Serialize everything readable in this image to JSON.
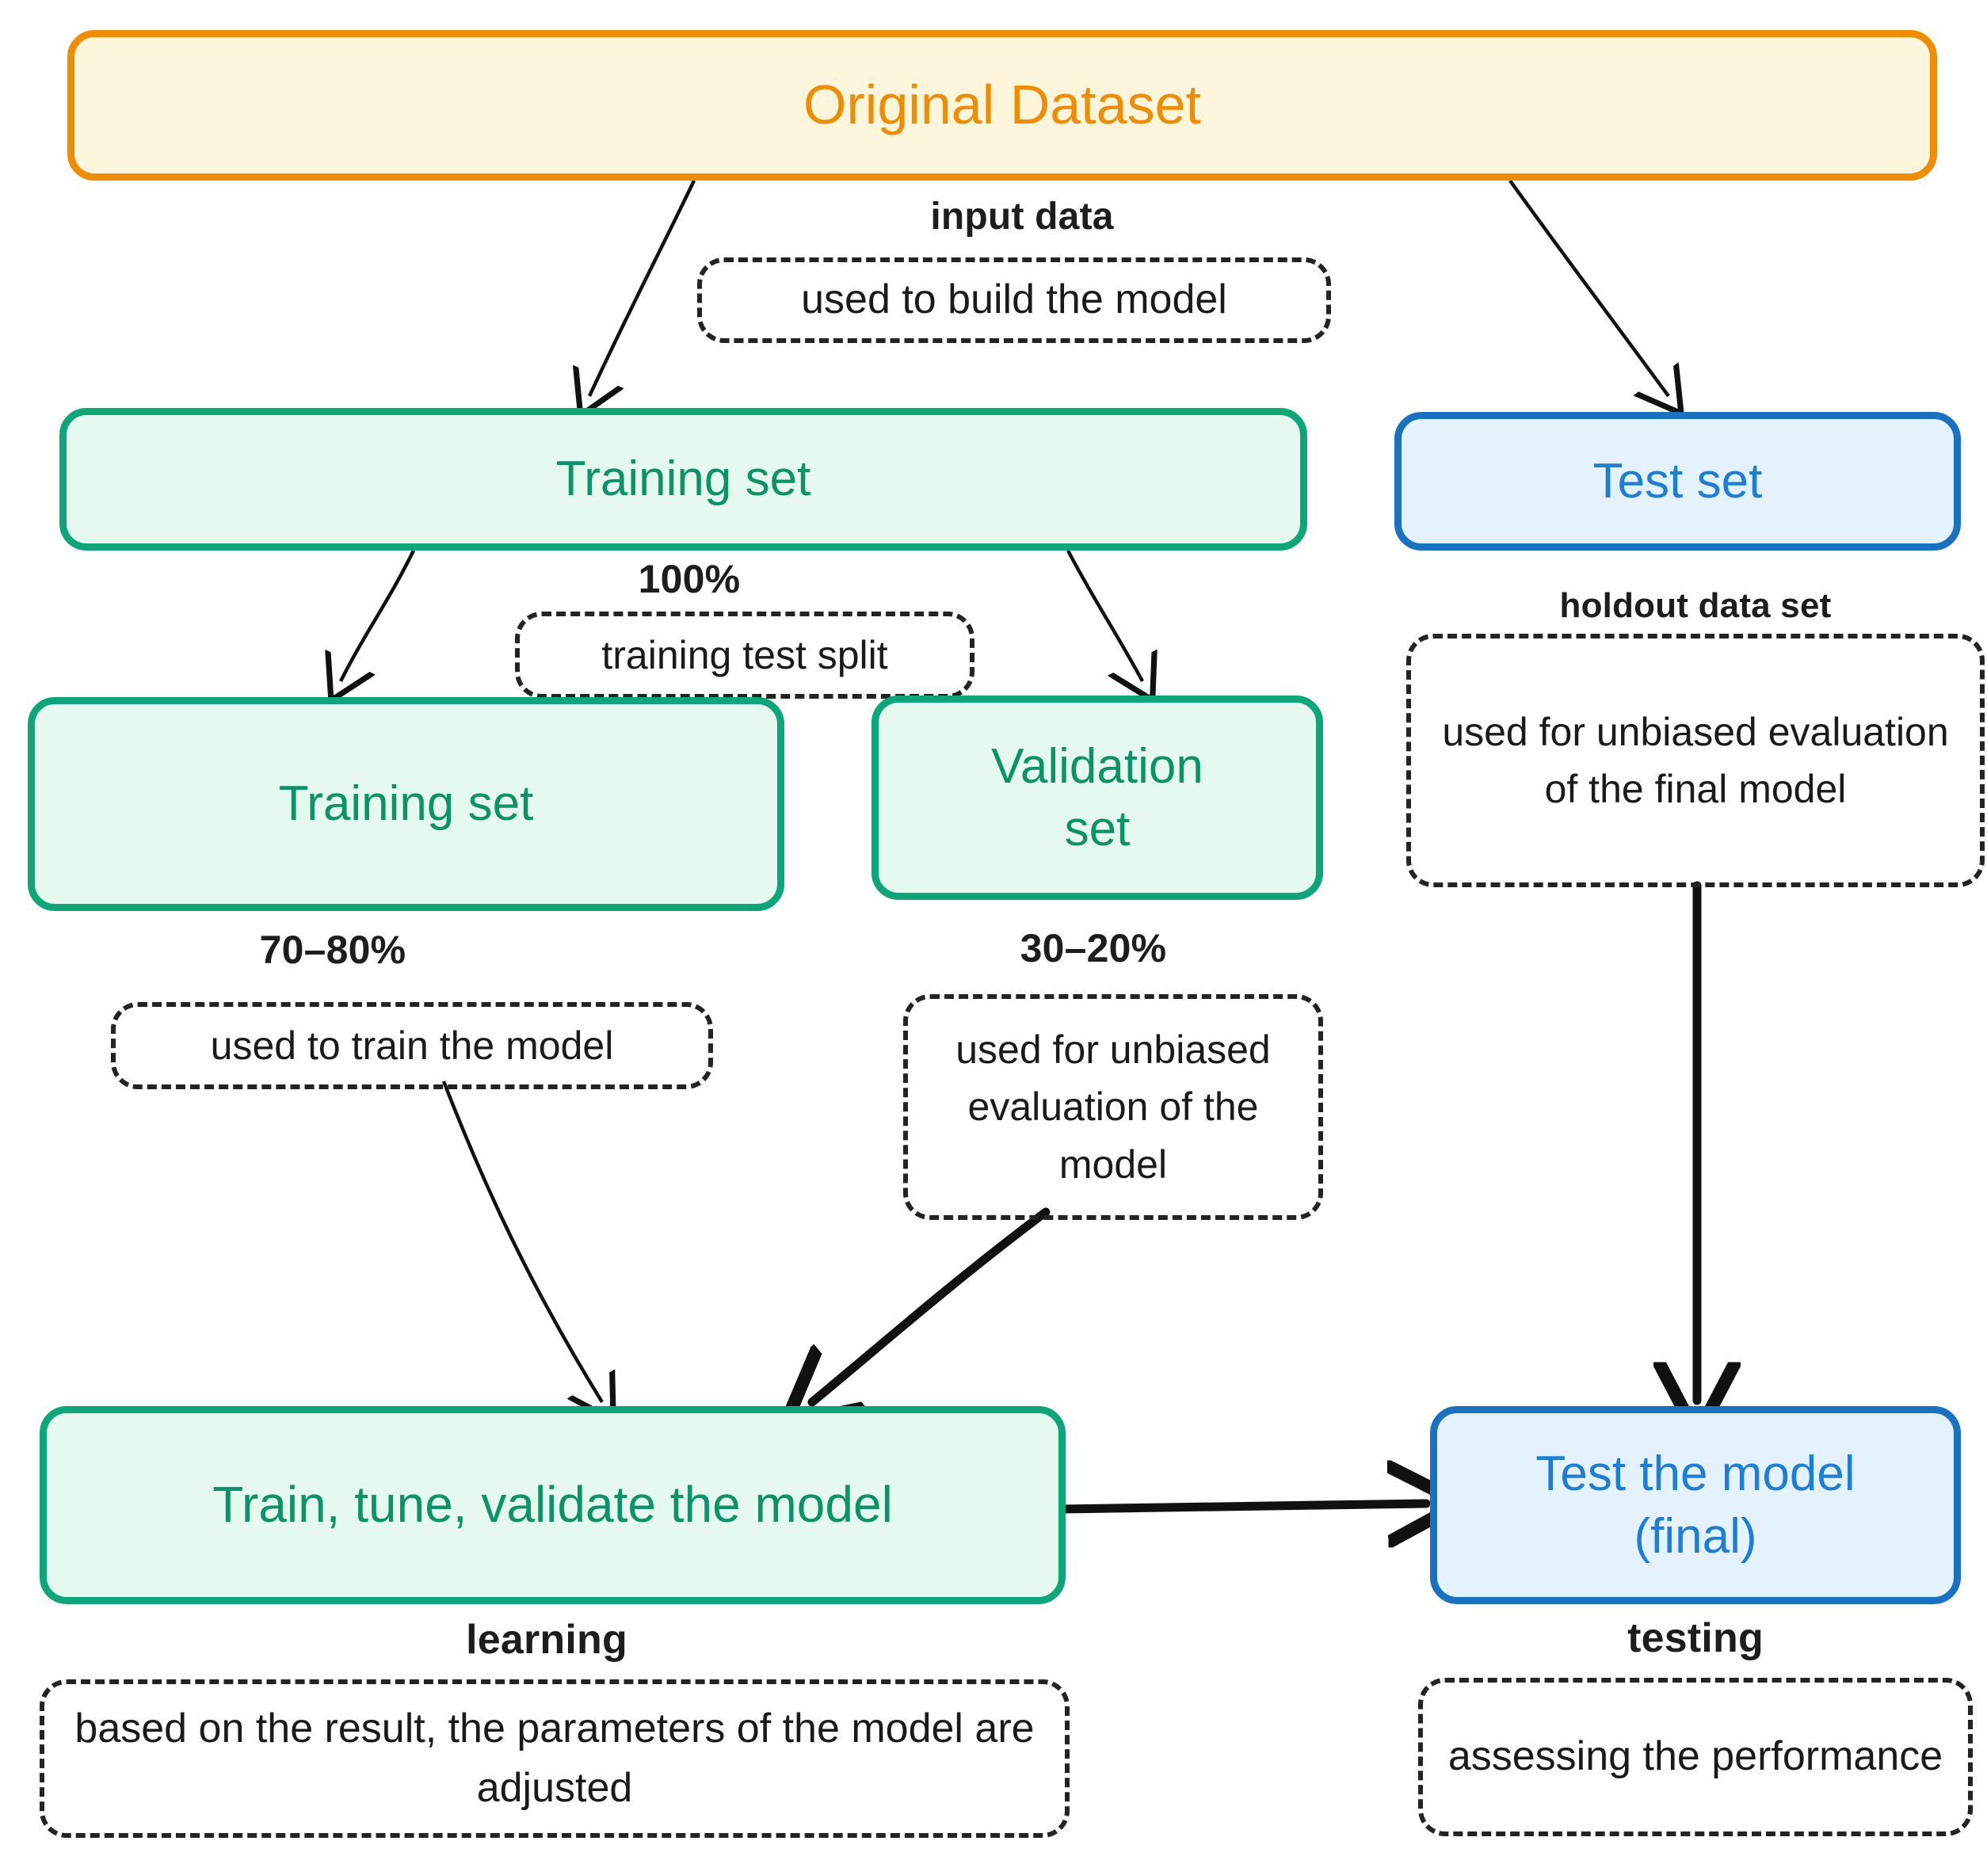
{
  "diagram": {
    "title": "Train / Validation / Test split workflow",
    "colors": {
      "yellow_fill": "#FDF6DD",
      "yellow_stroke": "#F08C00",
      "green_fill": "#E6F9F0",
      "green_stroke": "#0CA678",
      "green_text": "#0A9367",
      "blue_fill": "#E3F2FD",
      "blue_stroke": "#1971C2",
      "blue_text": "#1C7ED6",
      "edge": "#111111",
      "annotation": "#1a1a1a"
    },
    "nodes": {
      "original_dataset": "Original Dataset",
      "training_set_top": "Training set",
      "test_set": "Test set",
      "training_set_inner": "Training set",
      "validation_set": "Validation\nset",
      "train_tune_validate": "Train, tune, validate the model",
      "test_the_model": "Test the model\n(final)"
    },
    "edge_labels": {
      "input_data": "input data",
      "split_100": "100%",
      "holdout": "holdout data set",
      "train_pct": "70–80%",
      "val_pct": "30–20%",
      "learning": "learning",
      "testing": "testing"
    },
    "annotations": {
      "used_to_build": "used to build the model",
      "training_test_split": "training test split",
      "holdout_desc": "used for unbiased evaluation of the final model",
      "used_to_train": "used to train the model",
      "validation_desc": "used for unbiased evaluation of the model",
      "learning_desc": "based on the result, the parameters of the model are adjusted",
      "testing_desc": "assessing the performance"
    }
  }
}
